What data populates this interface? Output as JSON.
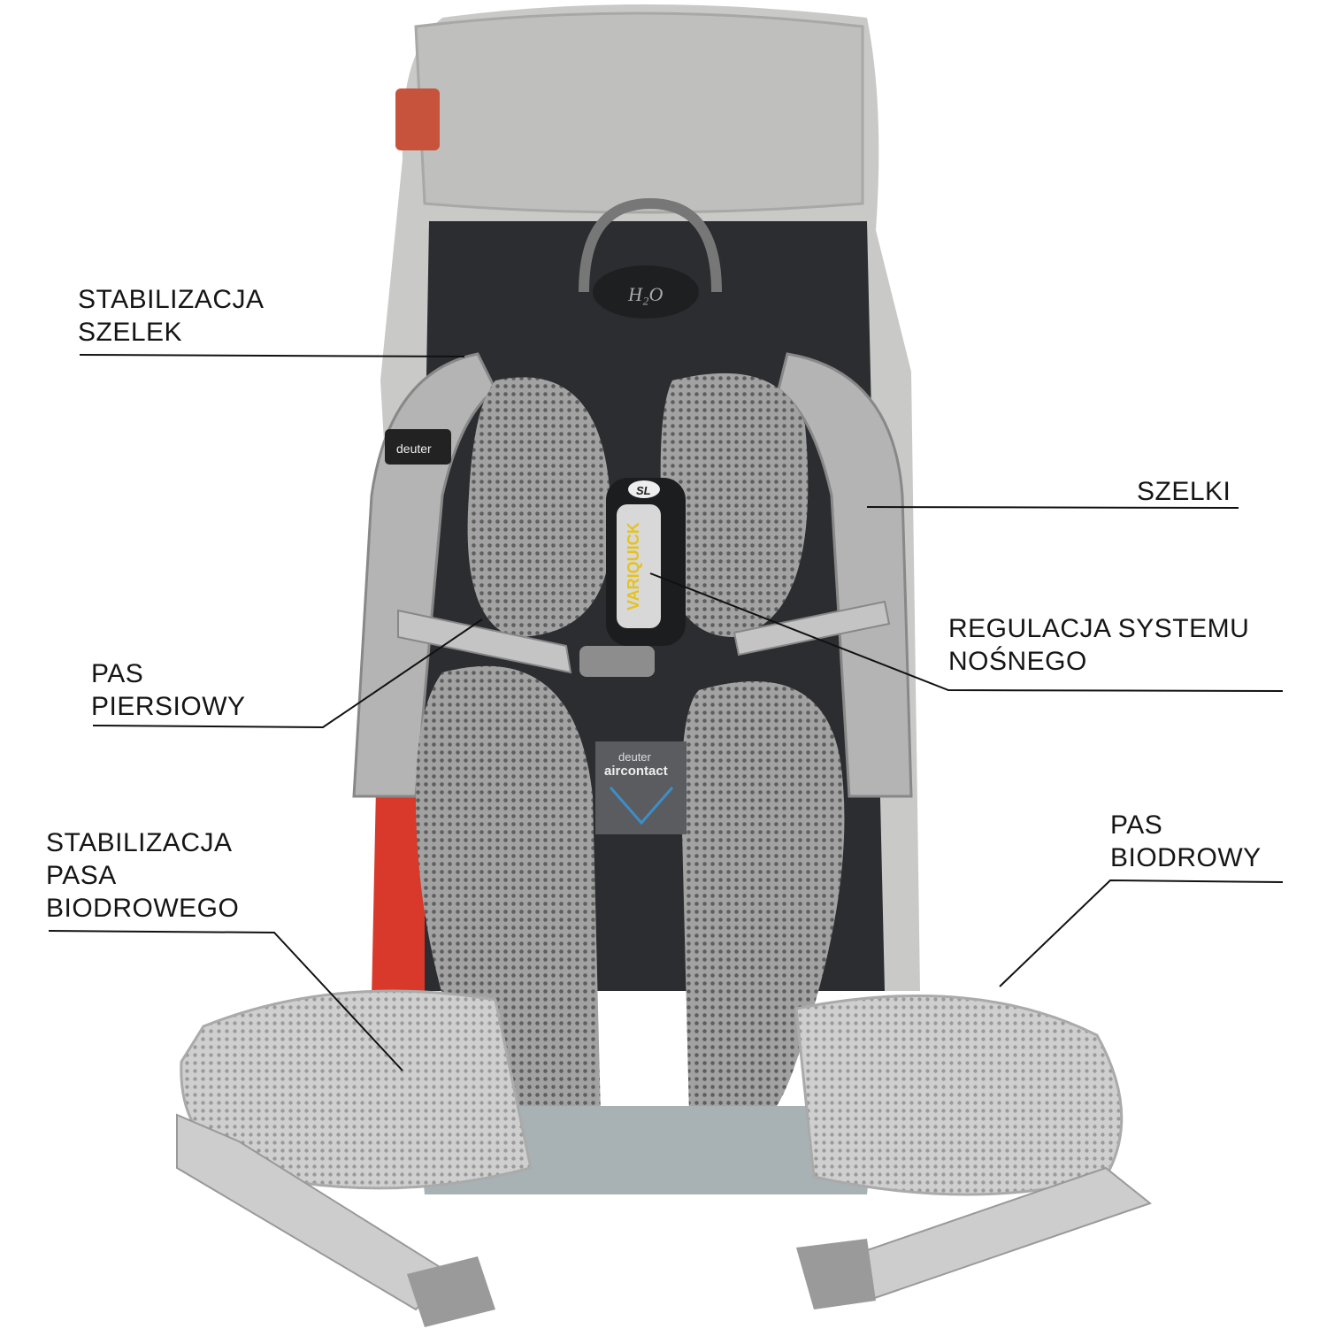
{
  "labels": {
    "shoulder_stabilization": [
      "STABILIZACJA",
      "SZELEK"
    ],
    "shoulder_straps": [
      "SZELKI"
    ],
    "carrier_adjustment": [
      "REGULACJA SYSTEMU",
      "NOŚNEGO"
    ],
    "chest_strap": [
      "PAS",
      "PIERSIOWY"
    ],
    "hipbelt_stabilization": [
      "STABILIZACJA",
      "PASA",
      "BIODROWEGO"
    ],
    "hipbelt": [
      "PAS",
      "BIODROWY"
    ]
  },
  "logos": {
    "brand": "deuter",
    "hydration": "H2O",
    "system_badge": "SL",
    "adjuster": "VARIQUICK",
    "back_system": "deuter aircontact"
  },
  "colors": {
    "light_fabric": "#c9c9c7",
    "mesh": "#9a9a9a",
    "dark_fabric": "#2b2d30",
    "red_panel": "#d8392a",
    "hip_base": "#a8b2b4",
    "text": "#151515"
  }
}
